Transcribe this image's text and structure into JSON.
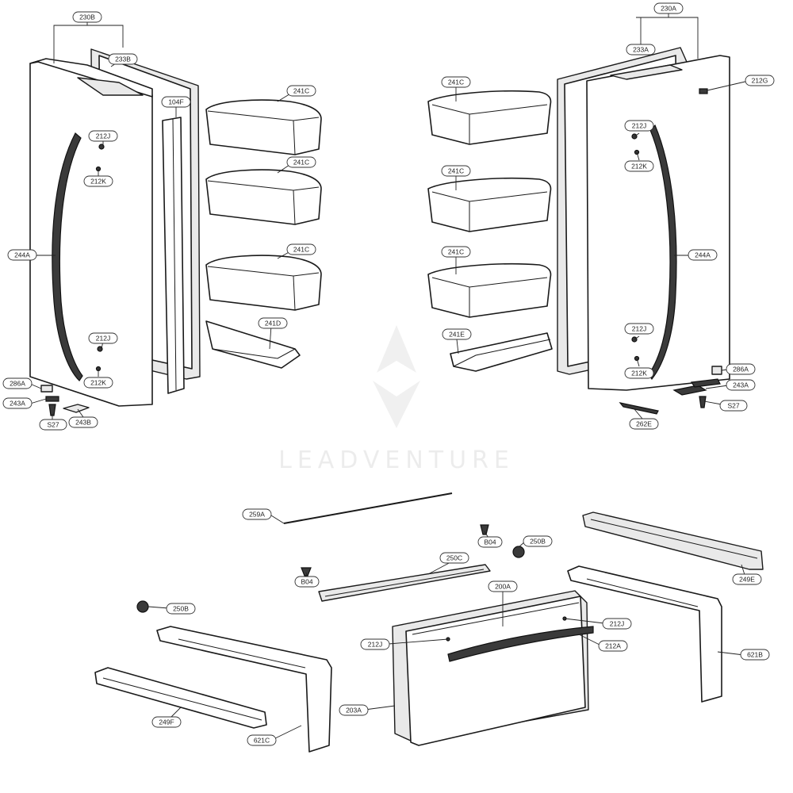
{
  "watermark": "LEADVENTURE",
  "callouts": [
    {
      "id": "c230B",
      "label": "230B"
    },
    {
      "id": "c233B",
      "label": "233B"
    },
    {
      "id": "c104F",
      "label": "104F"
    },
    {
      "id": "c212J_tl",
      "label": "212J"
    },
    {
      "id": "c212K_tl",
      "label": "212K"
    },
    {
      "id": "c244A_l",
      "label": "244A"
    },
    {
      "id": "c212J_bl",
      "label": "212J"
    },
    {
      "id": "c212K_bl",
      "label": "212K"
    },
    {
      "id": "c286A_l",
      "label": "286A"
    },
    {
      "id": "c243A_l",
      "label": "243A"
    },
    {
      "id": "cS27_l",
      "label": "S27"
    },
    {
      "id": "c243B",
      "label": "243B"
    },
    {
      "id": "c241C_l1",
      "label": "241C"
    },
    {
      "id": "c241C_l2",
      "label": "241C"
    },
    {
      "id": "c241C_l3",
      "label": "241C"
    },
    {
      "id": "c241D",
      "label": "241D"
    },
    {
      "id": "c230A",
      "label": "230A"
    },
    {
      "id": "c233A",
      "label": "233A"
    },
    {
      "id": "c212G",
      "label": "212G"
    },
    {
      "id": "c212J_tr",
      "label": "212J"
    },
    {
      "id": "c212K_tr",
      "label": "212K"
    },
    {
      "id": "c244A_r",
      "label": "244A"
    },
    {
      "id": "c212J_br",
      "label": "212J"
    },
    {
      "id": "c212K_br",
      "label": "212K"
    },
    {
      "id": "c286A_r",
      "label": "286A"
    },
    {
      "id": "c243A_r",
      "label": "243A"
    },
    {
      "id": "cS27_r",
      "label": "S27"
    },
    {
      "id": "c262E",
      "label": "262E"
    },
    {
      "id": "c241C_r1",
      "label": "241C"
    },
    {
      "id": "c241C_r2",
      "label": "241C"
    },
    {
      "id": "c241C_r3",
      "label": "241C"
    },
    {
      "id": "c241E",
      "label": "241E"
    },
    {
      "id": "c259A",
      "label": "259A"
    },
    {
      "id": "cB04_a",
      "label": "B04"
    },
    {
      "id": "c250B_a",
      "label": "250B"
    },
    {
      "id": "cB04_b",
      "label": "B04"
    },
    {
      "id": "c250C",
      "label": "250C"
    },
    {
      "id": "c249E",
      "label": "249E"
    },
    {
      "id": "c200A",
      "label": "200A"
    },
    {
      "id": "c212J_d1",
      "label": "212J"
    },
    {
      "id": "c212J_d2",
      "label": "212J"
    },
    {
      "id": "c212A",
      "label": "212A"
    },
    {
      "id": "c250B_b",
      "label": "250B"
    },
    {
      "id": "c203A",
      "label": "203A"
    },
    {
      "id": "c249F",
      "label": "249F"
    },
    {
      "id": "c621C",
      "label": "621C"
    },
    {
      "id": "c621B",
      "label": "621B"
    }
  ]
}
